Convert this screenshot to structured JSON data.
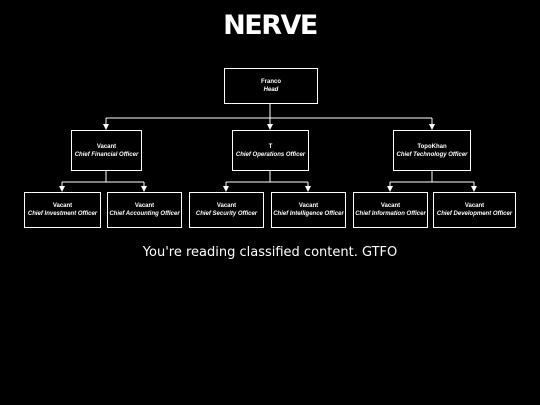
{
  "title": "NERVE",
  "head": {
    "name": "Franco",
    "role": "Head"
  },
  "chiefs": [
    {
      "name": "Vacant",
      "role": "Chief Financial Officer",
      "reports": [
        {
          "name": "Vacant",
          "role": "Chief Investment Officer"
        },
        {
          "name": "Vacant",
          "role": "Chief Accounting Officer"
        }
      ]
    },
    {
      "name": "T",
      "role": "Chief Operations Officer",
      "reports": [
        {
          "name": "Vacant",
          "role": "Chief Security Officer"
        },
        {
          "name": "Vacant",
          "role": "Chief Intelligence Officer"
        }
      ]
    },
    {
      "name": "TopoKhan",
      "role": "Chief Technology Officer",
      "reports": [
        {
          "name": "Vacant",
          "role": "Chief Information Officer"
        },
        {
          "name": "Vacant",
          "role": "Chief Development Officer"
        }
      ]
    }
  ],
  "footer": "You're reading classified content. GTFO",
  "colors": {
    "background": "#000000",
    "foreground": "#ffffff"
  }
}
